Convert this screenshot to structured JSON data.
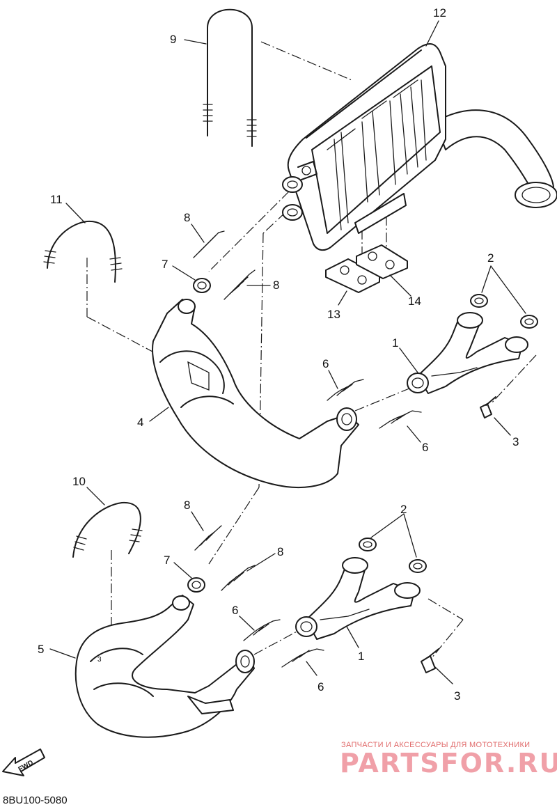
{
  "callouts": {
    "c1a": "1",
    "c1b": "1",
    "c2a": "2",
    "c2b": "2",
    "c3a": "3",
    "c3b": "3",
    "c4": "4",
    "c5": "5",
    "c6a": "6",
    "c6b": "6",
    "c6c": "6",
    "c6d": "6",
    "c7a": "7",
    "c7b": "7",
    "c8a": "8",
    "c8b": "8",
    "c8c": "8",
    "c8d": "8",
    "c9": "9",
    "c10": "10",
    "c11": "11",
    "c12": "12",
    "c13": "13",
    "c14": "14",
    "mark5": "3"
  },
  "fwd_label": "FWD",
  "diagram_code": "8BU100-5080",
  "watermark": {
    "tagline": "ЗАПЧАСТИ И АКСЕССУАРЫ ДЛЯ МОТОТЕХНИКИ",
    "brand": "PARTSFOR.RU"
  },
  "colors": {
    "line": "#1a1a1a",
    "watermark": "#f0a0a8"
  }
}
